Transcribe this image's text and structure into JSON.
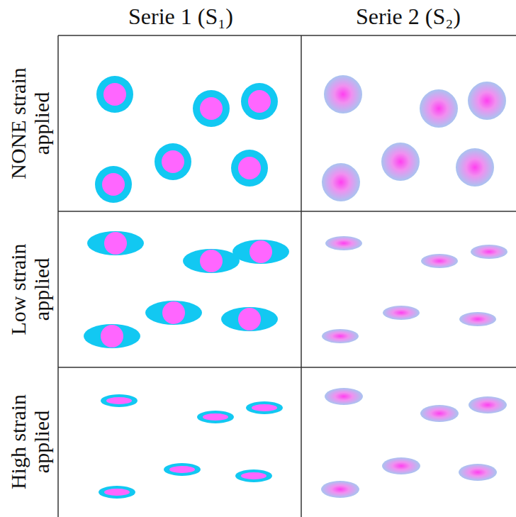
{
  "diagram": {
    "labels": [
      "Serie 1 (S₁)",
      "Serie 2 (S₂)",
      "NONE strain applied",
      "Low strain applied",
      "High strain applied"
    ]
  }
}
